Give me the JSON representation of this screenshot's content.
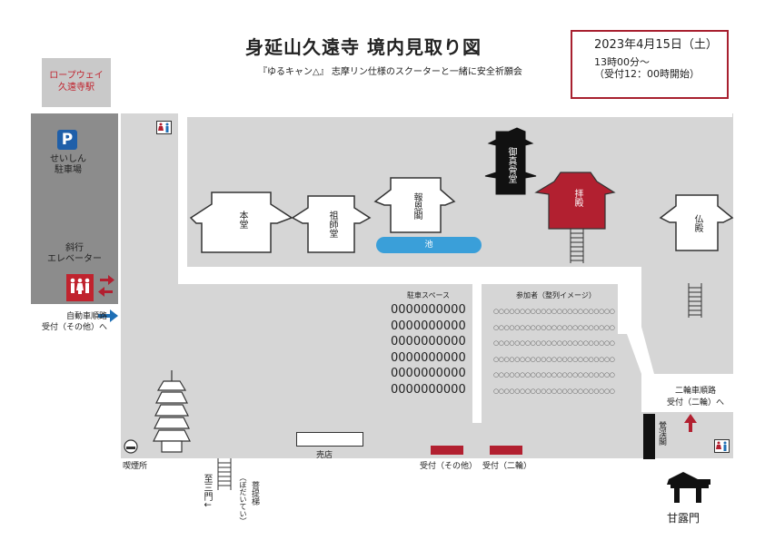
{
  "title": "身延山久遠寺 境内見取り図",
  "subtitle": "『ゆるキャン△』 志摩リン仕様のスクーターと一緒に安全祈願会",
  "event": {
    "date": "2023年4月15日（土）",
    "time": "13時00分～",
    "reception": "（受付12：00時開始）"
  },
  "ropeway": {
    "line1": "ロープウェイ",
    "line2": "久遠寺駅"
  },
  "parking": {
    "icon": "P",
    "line1": "せいしん",
    "line2": "駐車場"
  },
  "elevator": {
    "line1": "斜行",
    "line2": "エレベーター"
  },
  "car_route": {
    "line1": "自動車順路",
    "line2": "受付（その他）へ"
  },
  "bike_route": {
    "line1": "二輪車順路",
    "line2": "受付（二輪）へ"
  },
  "buildings": {
    "hondo": "本堂",
    "soshido": "祖師堂",
    "hoonkaku": "報恩閣",
    "goshinkotsudo": "御真骨堂",
    "haiden": "拝殿",
    "butsuden": "仏殿",
    "pond": "池",
    "shop": "売店",
    "smoking": "喫煙所",
    "washroom": "鶯渓閣",
    "kanromon": "甘露門",
    "bodaigai": "菩提梯",
    "bodaigai_reading": "（ぼだいてい）",
    "sanmon": "至三門↓"
  },
  "areas": {
    "parking_space": "駐車スペース",
    "participants": "参加者（整列イメージ）"
  },
  "reception": {
    "other": "受付（その他）",
    "bike": "受付（二輪）"
  },
  "parking_rows": [
    "0000000000",
    "0000000000",
    "0000000000",
    "0000000000",
    "0000000000",
    "0000000000"
  ],
  "participant_rows": [
    "○○○○○○○○○○○○○○○○○○○○○○○",
    "○○○○○○○○○○○○○○○○○○○○○○○",
    "○○○○○○○○○○○○○○○○○○○○○○○",
    "○○○○○○○○○○○○○○○○○○○○○○○",
    "○○○○○○○○○○○○○○○○○○○○○○○",
    "○○○○○○○○○○○○○○○○○○○○○○○"
  ],
  "colors": {
    "accent_red": "#b22030",
    "route_blue": "#1f6fb5",
    "pond_blue": "#3a9fd9",
    "ground_gray": "#d6d6d6"
  }
}
